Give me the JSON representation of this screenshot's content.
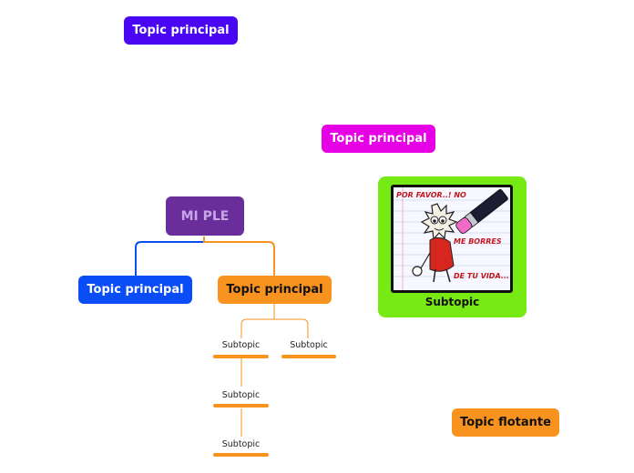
{
  "central": {
    "label": "MI PLE",
    "color": "#6a2e9a",
    "text_color": "#c7a6e8"
  },
  "topics": [
    {
      "label": "Topic principal",
      "color": "#4a06f2"
    },
    {
      "label": "Topic principal",
      "color": "#e600e6"
    },
    {
      "label": "Topic principal",
      "color": "#0a4cf5"
    },
    {
      "label": "Topic principal",
      "color": "#f7931e"
    }
  ],
  "subtopics": [
    {
      "label": "Subtopic"
    },
    {
      "label": "Subtopic"
    },
    {
      "label": "Subtopic"
    },
    {
      "label": "Subtopic"
    }
  ],
  "image_card": {
    "label": "Subtopic",
    "color": "#77ea14",
    "comic": {
      "line1": "POR FAVOR..! NO",
      "line2": "ME BORRES",
      "line3": "DE TU VIDA..."
    }
  },
  "floating": {
    "label": "Topic flotante",
    "color": "#f7931e"
  }
}
